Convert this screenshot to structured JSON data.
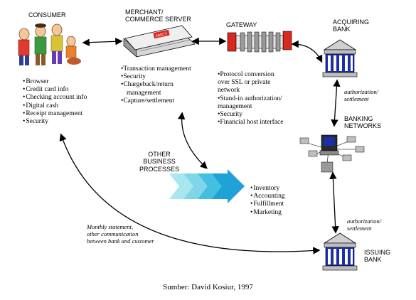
{
  "nodes": {
    "consumer": {
      "title": "CONSUMER",
      "items": [
        "Browser",
        "Credit card info",
        "Checking account info",
        "Digital cash",
        "Receipt management",
        "Security"
      ]
    },
    "merchant": {
      "title_line1": "MERCHANT/",
      "title_line2": "COMMERCE SERVER",
      "sign": "MACY",
      "items": [
        "Transaction management",
        "Security",
        "Chargeback/return",
        "management",
        "Capture/settlement"
      ]
    },
    "gateway": {
      "title": "GATEWAY",
      "items": [
        "Protocol conversion",
        "over SSL or private",
        "network",
        "Stand-in authorization/",
        "management",
        "Security",
        "Financial host interface"
      ]
    },
    "acquiring_bank": {
      "title_line1": "ACQUIRING",
      "title_line2": "BANK"
    },
    "banking_networks": {
      "title_line1": "BANKING",
      "title_line2": "NETWORKS"
    },
    "issuing_bank": {
      "title_line1": "ISSUING",
      "title_line2": "BANK"
    },
    "other_processes": {
      "title_line1": "OTHER",
      "title_line2": "BUSINESS",
      "title_line3": "PROCESSES",
      "items": [
        "Inventory",
        "Accounting",
        "Fulfillment",
        "Marketing"
      ]
    }
  },
  "edge_labels": {
    "auth_settle_1_line1": "authorization/",
    "auth_settle_1_line2": "settlement",
    "auth_settle_2_line1": "authorization/",
    "auth_settle_2_line2": "settlement",
    "monthly_line1": "Monthly statement,",
    "monthly_line2": "other communication",
    "monthly_line3": "between bank and customer"
  },
  "caption": "Sumber: David Kosiur, 1997"
}
